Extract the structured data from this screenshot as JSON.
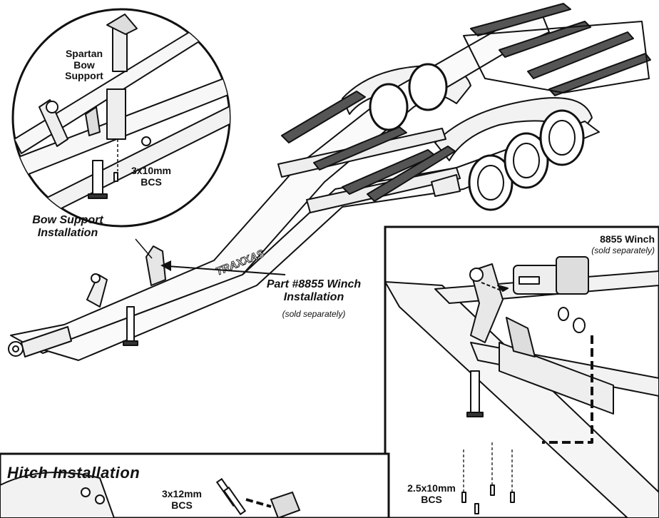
{
  "labels": {
    "bow_support_part": "Spartan\nBow\nSupport",
    "screw_3x10": "3x10mm\nBCS",
    "bow_support_installation": "Bow Support\nInstallation",
    "winch_part": "Part #8855 Winch\nInstallation",
    "winch_part_note": "(sold separately)",
    "winch_8855": "8855 Winch",
    "winch_8855_note": "(sold separately)",
    "screw_2_5x10": "2.5x10mm\nBCS",
    "hitch_installation": "Hitch Installation",
    "screw_3x12": "3x12mm\nBCS"
  },
  "brand_mark": "TRAXXAS"
}
